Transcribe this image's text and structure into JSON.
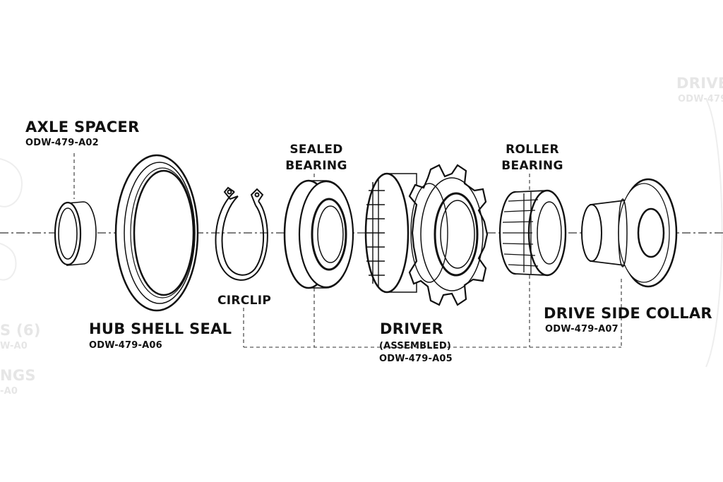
{
  "diagram": {
    "labels": {
      "axle_spacer": {
        "name": "AXLE SPACER",
        "part": "ODW-479-A02"
      },
      "hub_shell_seal": {
        "name": "HUB SHELL SEAL",
        "part": "ODW-479-A06"
      },
      "circlip": {
        "name": "CIRCLIP"
      },
      "sealed_bearing": {
        "line1": "SEALED",
        "line2": "BEARING"
      },
      "driver": {
        "name": "DRIVER",
        "sub": "(ASSEMBLED)",
        "part": "ODW-479-A05"
      },
      "roller_bearing": {
        "line1": "ROLLER",
        "line2": "BEARING"
      },
      "drive_side_collar": {
        "name": "DRIVE SIDE COLLAR",
        "part": "ODW-479-A07"
      }
    },
    "faded_text": {
      "top_right_name": "DRIVE",
      "top_right_part": "ODW-479",
      "left_1": "S (6)",
      "left_1_part": "W-A0",
      "left_2": "NGS",
      "left_2_part": "-A0"
    },
    "colors": {
      "line": "#111111",
      "ghost": "#e6e6e6",
      "background": "#ffffff"
    }
  }
}
